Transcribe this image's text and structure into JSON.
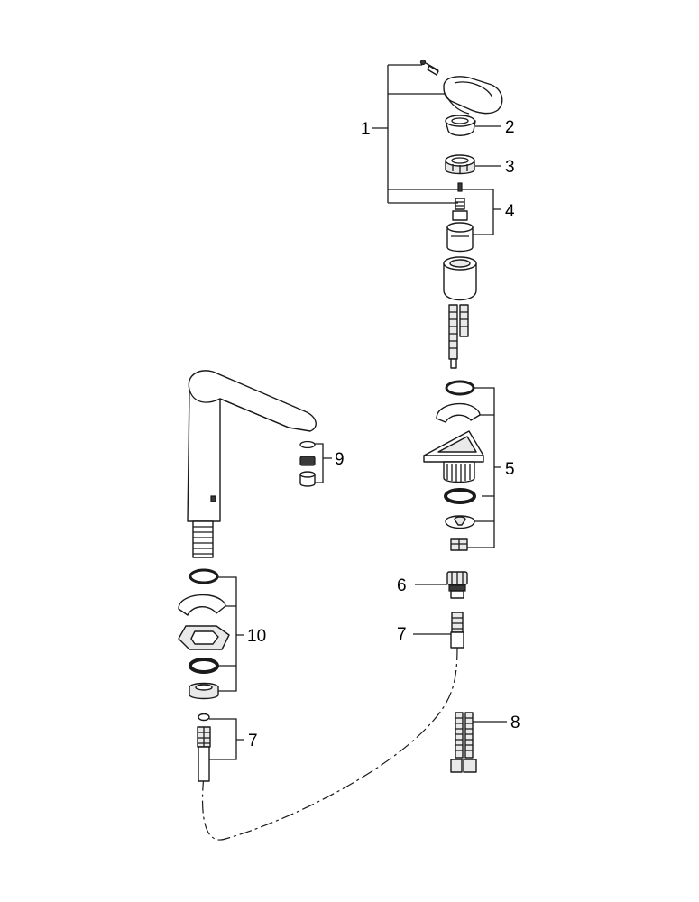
{
  "callouts": {
    "c1": "1",
    "c2": "2",
    "c3": "3",
    "c4": "4",
    "c5": "5",
    "c6": "6",
    "c7_right": "7",
    "c7_left": "7",
    "c8": "8",
    "c9": "9",
    "c10": "10"
  },
  "colors": {
    "line": "#1a1a1a",
    "part_fill": "#ffffff",
    "shade": "#e9e9e9",
    "dark": "#3a3a3a"
  }
}
